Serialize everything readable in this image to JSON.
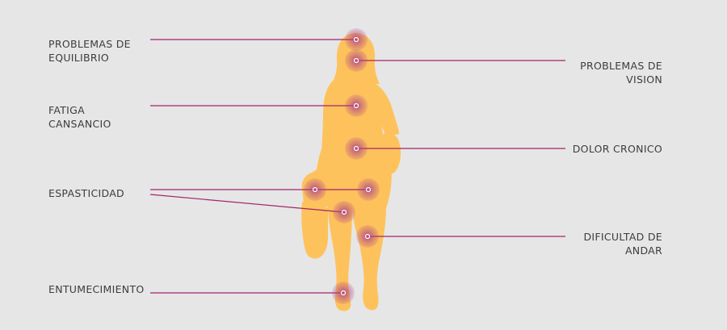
{
  "colors": {
    "background": "#e6e6e6",
    "silhouette": "#fec25c",
    "line": "#a3246a",
    "marker_halo": "#b04585",
    "text": "#3c3c3c"
  },
  "symptoms": {
    "problemas_equilibrio": "PROBLEMAS DE\nEQUILIBRIO",
    "problemas_vision": "PROBLEMAS DE\nVISION",
    "fatiga": "FATIGA\nCANSANCIO",
    "dolor_cronico": "DOLOR CRONICO",
    "espasticidad": "ESPASTICIDAD",
    "dificultad_andar": "DIFICULTAD DE\nANDAR",
    "entumecimiento": "ENTUMECIMIENTO"
  }
}
